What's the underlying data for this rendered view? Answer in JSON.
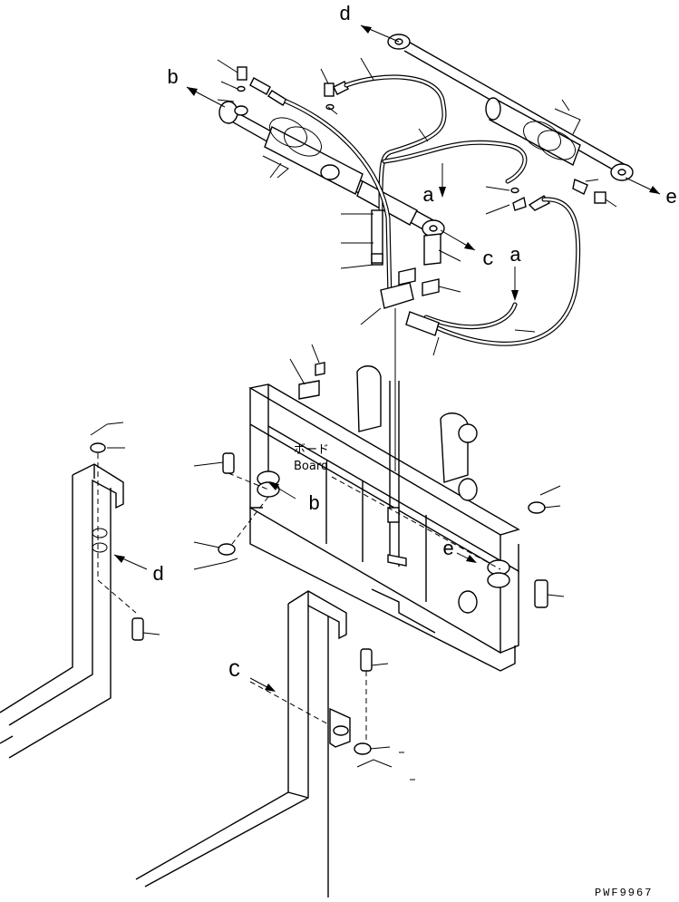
{
  "labels": {
    "a_upper": "a",
    "a_lower": "a",
    "b_upper": "b",
    "b_lower": "b",
    "c_upper": "c",
    "c_lower": "C",
    "d_upper": "d",
    "d_lower": "d",
    "e_upper": "e",
    "e_lower": "e"
  },
  "board_note": {
    "japanese": "ボード",
    "english": "Board"
  },
  "drawing_code": "PWF9967"
}
